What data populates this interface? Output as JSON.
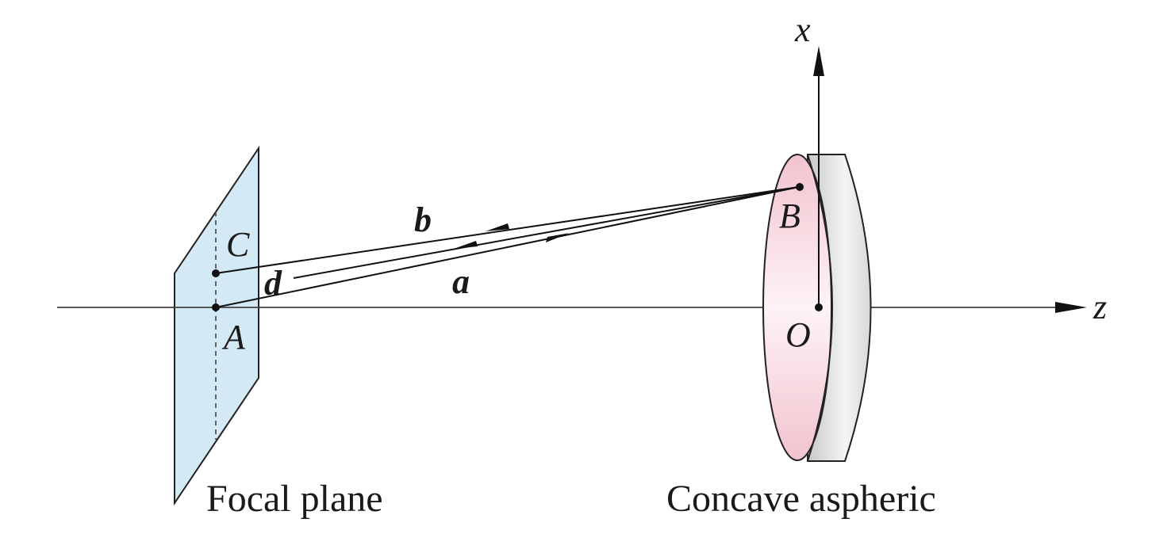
{
  "labels": {
    "x_axis": "x",
    "z_axis": "z",
    "point_a": "A",
    "point_b": "B",
    "point_c": "C",
    "point_o": "O",
    "ray_a": "a",
    "ray_b": "b",
    "ray_d": "d",
    "focal_plane": "Focal plane",
    "mirror": "Concave aspheric"
  },
  "colors": {
    "focal_plane_fill": "#d3e9f5",
    "mirror_face": "#f4c9d3",
    "mirror_edge": "#d4d4d6",
    "line": "#1a1a1a"
  }
}
